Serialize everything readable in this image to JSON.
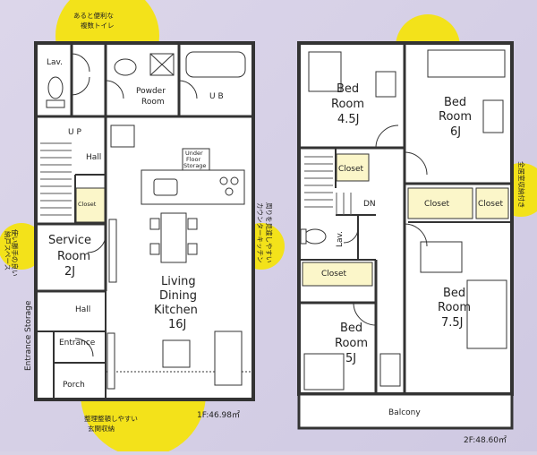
{
  "floor1": {
    "lav": "Lav.",
    "powder1": "Powder",
    "powder2": "Room",
    "ub": "U B",
    "up": "U P",
    "hall1": "Hall",
    "closet1": "Closet",
    "service1": "Service",
    "service2": "Room",
    "service3": "2J",
    "hall2": "Hall",
    "entrance": "Entrance",
    "porch": "Porch",
    "ldk1": "Living",
    "ldk2": "Dining",
    "ldk3": "Kitchen",
    "ldk4": "16J",
    "underfloor1": "Under",
    "underfloor2": "Floor",
    "underfloor3": "Storage",
    "entrance_storage": "Entrance Storage",
    "area": "1F:46.98㎡"
  },
  "floor2": {
    "bed45_1": "Bed",
    "bed45_2": "Room",
    "bed45_3": "4.5J",
    "bed6_1": "Bed",
    "bed6_2": "Room",
    "bed6_3": "6J",
    "closet_a": "Closet",
    "closet_b": "Closet",
    "closet_c": "Closet",
    "closet_d": "Closet",
    "dn": "DN",
    "lav": "Lav.",
    "bed75_1": "Bed",
    "bed75_2": "Room",
    "bed75_3": "7.5J",
    "bed5_1": "Bed",
    "bed5_2": "Room",
    "bed5_3": "5J",
    "balcony": "Balcony",
    "area": "2F:48.60㎡"
  },
  "notes": {
    "toilet1": "あると便利な",
    "toilet2": "複数トイレ",
    "service1": "使い勝手の良い",
    "service2": "納戸スペース",
    "kitchen1": "周りを見渡しやすい",
    "kitchen2": "カウンターキッチン",
    "entry1": "整理整頓しやすい",
    "entry2": "玄関収納",
    "closets": "全居室収納付き"
  },
  "colors": {
    "bubble": "#f3e21a",
    "closet": "#fbf6c9",
    "wall": "#333333",
    "room": "#ffffff"
  }
}
